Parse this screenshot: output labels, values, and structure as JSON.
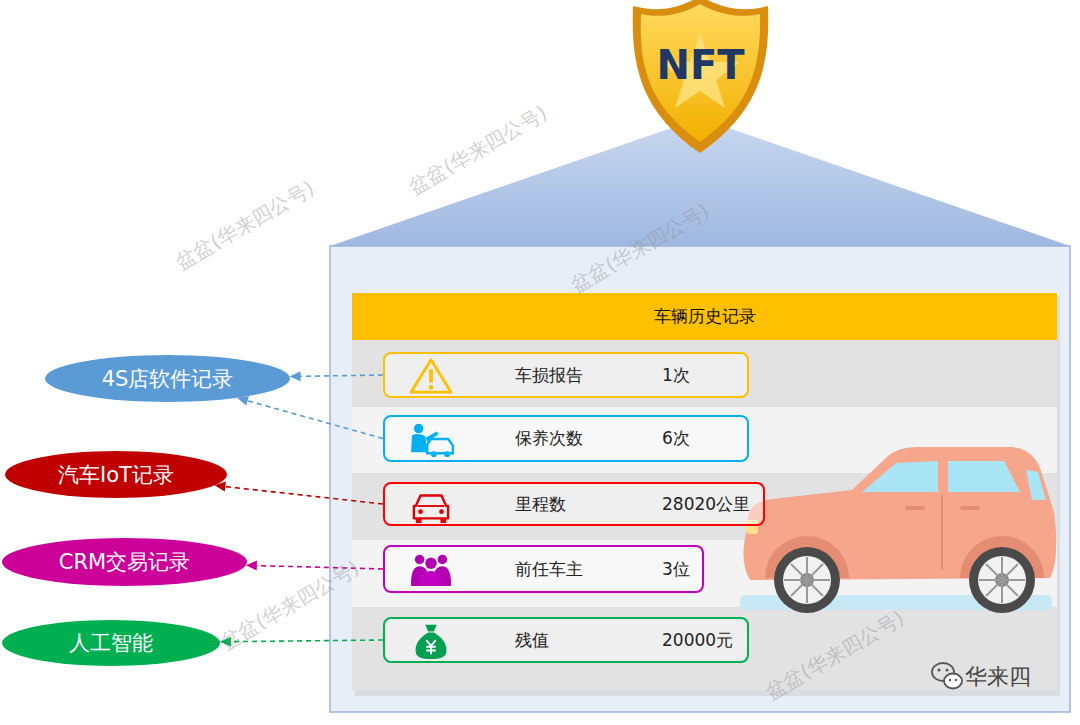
{
  "diagram": {
    "nodes": [
      {
        "text": [
          "NFT"
        ]
      },
      {
        "text": [
          "车辆历史记录"
        ]
      },
      {
        "text": [
          "车损报告",
          "1次"
        ],
        "in": 1
      },
      {
        "text": [
          "保养次数",
          "6次"
        ],
        "in": 1
      },
      {
        "text": [
          "里程数",
          "28020公里"
        ],
        "in": 1
      },
      {
        "text": [
          "前任车主",
          "3位"
        ],
        "in": 1
      },
      {
        "text": [
          "残值",
          "20000元"
        ],
        "in": 1
      },
      {
        "text": [
          "4S店软件记录"
        ]
      },
      {
        "text": [
          "汽车IoT记录"
        ]
      },
      {
        "text": [
          "CRM交易记录"
        ]
      },
      {
        "text": [
          "人工智能"
        ]
      }
    ],
    "edges": [
      {
        "from": 2,
        "to": 7,
        "arrow": "to"
      },
      {
        "from": 3,
        "to": 7,
        "arrow": "to"
      },
      {
        "from": 4,
        "to": 8,
        "arrow": "to"
      },
      {
        "from": 5,
        "to": 9,
        "arrow": "to"
      },
      {
        "from": 6,
        "to": 10,
        "arrow": "to"
      }
    ],
    "labels": [
      "盆盆(华来四公号)",
      "盆盆(华来四公号)",
      "盆盆(华来四公号)",
      "盆盆(华来四公号)",
      "盆盆(华来四公号)",
      "华来四"
    ]
  }
}
